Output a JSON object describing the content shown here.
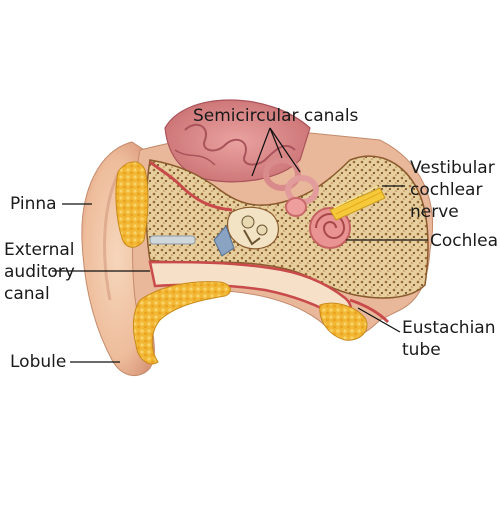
{
  "labels": {
    "semicircular_canals": "Semicircular canals",
    "pinna": "Pinna",
    "vestibular_nerve": [
      "Vestibular",
      "cochlear",
      "nerve"
    ],
    "external_auditory_canal": [
      "External",
      "auditory",
      "canal"
    ],
    "cochlea": "Cochlea",
    "eustachian_tube": [
      "Eustachian",
      "tube"
    ],
    "lobule": "Lobule"
  },
  "colors": {
    "skin": "#f2c8a8",
    "skin_shadow": "#d99c7d",
    "cartilage_fat": "#f0b73a",
    "bone": "#e9d2a0",
    "bone_spongy": "#9a6a3a",
    "brain": "#d98a8a",
    "cochlea": "#e58a8a",
    "nerve": "#f2c12a",
    "canal_wall": "#c94a4a"
  }
}
